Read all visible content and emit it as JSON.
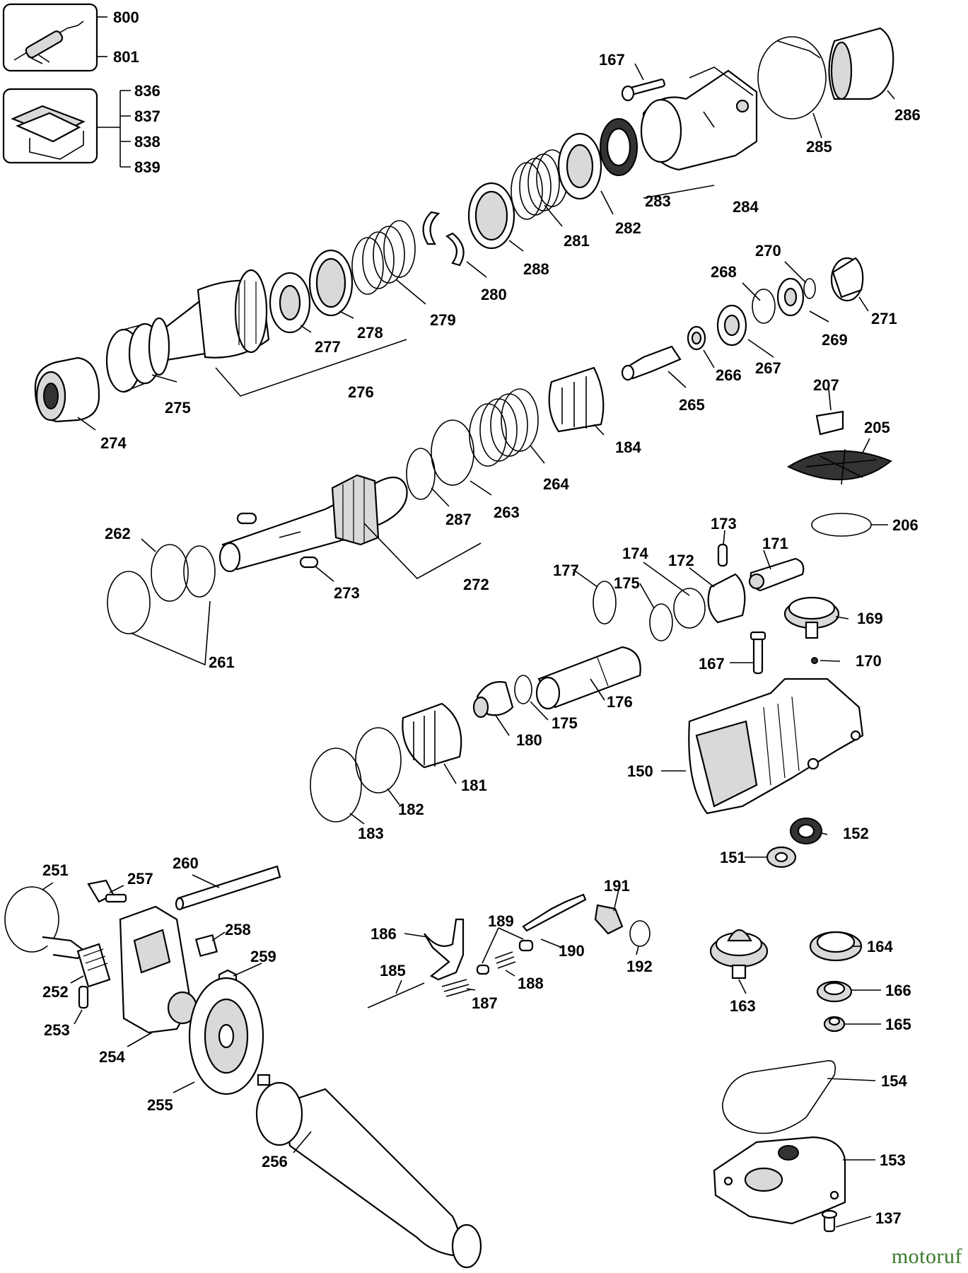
{
  "labels": {
    "800": "800",
    "801": "801",
    "836": "836",
    "837": "837",
    "838": "838",
    "839": "839",
    "167a": "167",
    "286": "286",
    "285": "285",
    "283": "283",
    "284": "284",
    "282": "282",
    "281": "281",
    "288": "288",
    "280": "280",
    "279": "279",
    "278": "278",
    "277": "277",
    "276": "276",
    "275": "275",
    "274": "274",
    "268": "268",
    "270": "270",
    "271": "271",
    "269": "269",
    "267": "267",
    "266": "266",
    "265": "265",
    "207": "207",
    "205": "205",
    "184": "184",
    "264": "264",
    "263": "263",
    "287": "287",
    "272": "272",
    "273": "273",
    "262": "262",
    "261": "261",
    "206": "206",
    "173": "173",
    "171": "171",
    "174": "174",
    "172": "172",
    "177": "177",
    "175a": "175",
    "169": "169",
    "170": "170",
    "167b": "167",
    "176": "176",
    "175b": "175",
    "180": "180",
    "181": "181",
    "182": "182",
    "183": "183",
    "150": "150",
    "152": "152",
    "151": "151",
    "251": "251",
    "257": "257",
    "260": "260",
    "258": "258",
    "259": "259",
    "252": "252",
    "253": "253",
    "254": "254",
    "255": "255",
    "256": "256",
    "191": "191",
    "192": "192",
    "189": "189",
    "186": "186",
    "190": "190",
    "185": "185",
    "187": "187",
    "188": "188",
    "163": "163",
    "164": "164",
    "166": "166",
    "165": "165",
    "154": "154",
    "153": "153",
    "137": "137"
  },
  "watermark": "motoruf"
}
